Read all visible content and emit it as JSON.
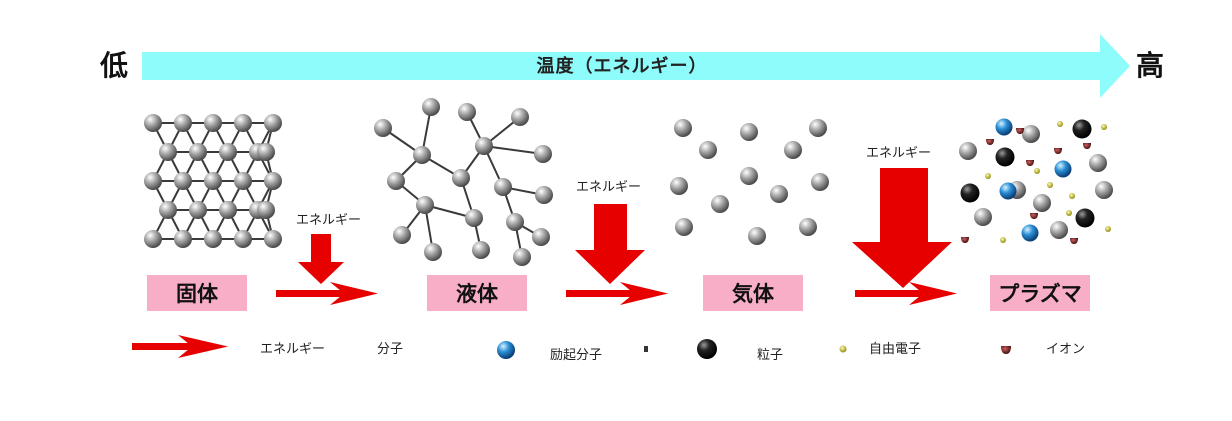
{
  "axis": {
    "low_label": "低",
    "high_label": "高",
    "temperature_label": "温度（エネルギー）",
    "arrow_color": "#8ffcfc"
  },
  "states": [
    {
      "key": "solid",
      "label": "固体"
    },
    {
      "key": "liquid",
      "label": "液体"
    },
    {
      "key": "gas",
      "label": "気体"
    },
    {
      "key": "plasma",
      "label": "プラズマ"
    }
  ],
  "transitions": [
    {
      "energy_label": "エネルギー",
      "arrow_size": "small"
    },
    {
      "energy_label": "エネルギー",
      "arrow_size": "medium"
    },
    {
      "energy_label": "エネルギー",
      "arrow_size": "large"
    }
  ],
  "legend": {
    "energy": "エネルギー",
    "molecule": "分子",
    "excited_molecule": "励起分子",
    "particle": "粒子",
    "free_electron": "自由電子",
    "ion": "イオン"
  },
  "colors": {
    "label_bg": "#f7aec6",
    "arrow_red": "#e60000",
    "molecule_gray": "#8a8a8a",
    "excited_blue": "#2a8fd6",
    "particle_black": "#111111",
    "electron_yellow": "#c9c21a",
    "ion_darkred": "#6b1010"
  }
}
